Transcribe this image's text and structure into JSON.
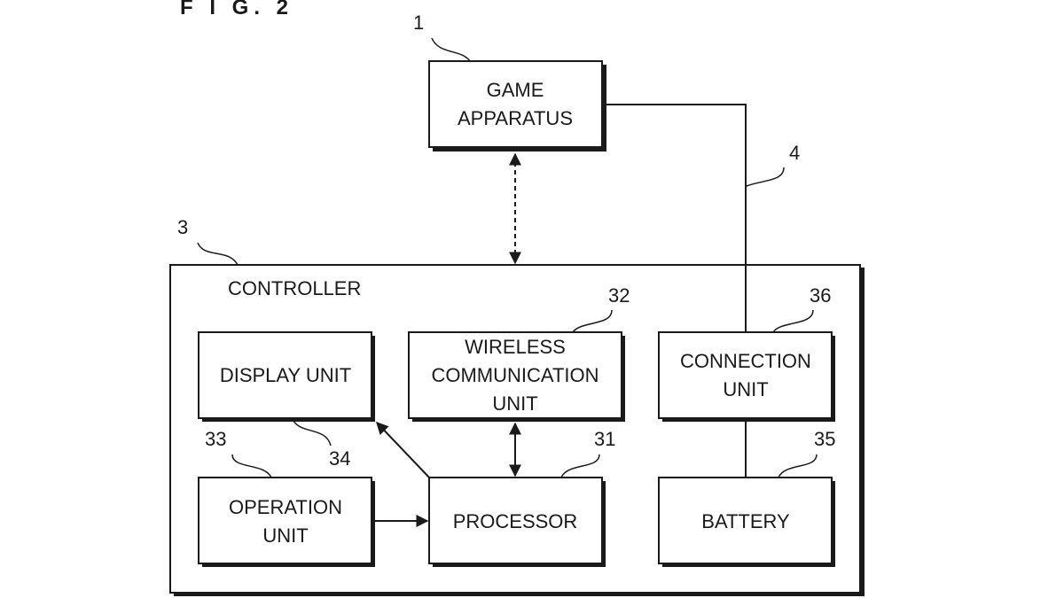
{
  "figure_title": "F I G. 2",
  "blocks": {
    "game_apparatus": {
      "ref": "1",
      "line1": "GAME",
      "line2": "APPARATUS"
    },
    "controller": {
      "ref": "3",
      "label": "CONTROLLER"
    },
    "cable": {
      "ref": "4"
    },
    "display_unit": {
      "ref": "34",
      "label": "DISPLAY UNIT"
    },
    "wireless_unit": {
      "ref": "32",
      "line1": "WIRELESS",
      "line2": "COMMUNICATION",
      "line3": "UNIT"
    },
    "connection_unit": {
      "ref": "36",
      "line1": "CONNECTION",
      "line2": "UNIT"
    },
    "operation_unit": {
      "ref": "33",
      "line1": "OPERATION",
      "line2": "UNIT"
    },
    "processor": {
      "ref": "31",
      "label": "PROCESSOR"
    },
    "battery": {
      "ref": "35",
      "label": "BATTERY"
    }
  },
  "connections": [
    {
      "from": "game_apparatus",
      "to": "wireless_unit",
      "type": "dashed-bidirectional"
    },
    {
      "from": "game_apparatus",
      "to": "connection_unit",
      "type": "wired"
    },
    {
      "from": "processor",
      "to": "display_unit",
      "type": "arrow"
    },
    {
      "from": "processor",
      "to": "wireless_unit",
      "type": "bidirectional"
    },
    {
      "from": "operation_unit",
      "to": "processor",
      "type": "arrow"
    },
    {
      "from": "connection_unit",
      "to": "battery",
      "type": "line"
    }
  ]
}
